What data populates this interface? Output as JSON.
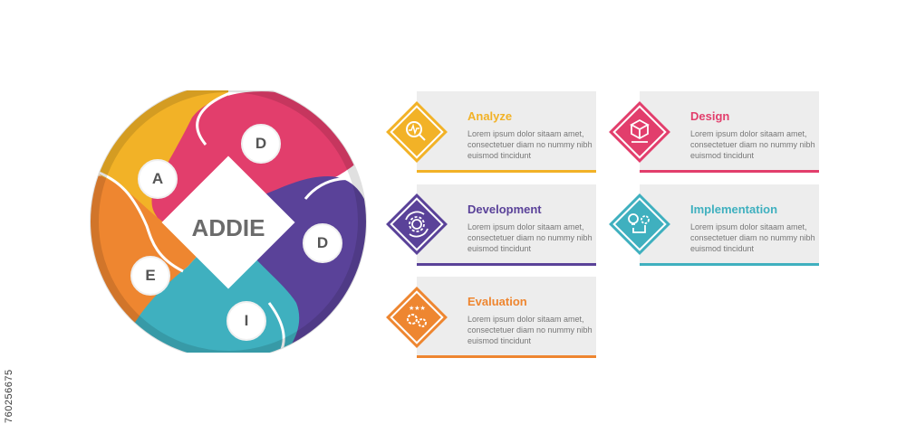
{
  "diagram": {
    "center_label": "ADDIE",
    "segments": [
      {
        "letter": "A",
        "color": "#f2b227"
      },
      {
        "letter": "D",
        "color": "#e23e6c"
      },
      {
        "letter": "D",
        "color": "#5a4299"
      },
      {
        "letter": "I",
        "color": "#3fb0bf"
      },
      {
        "letter": "E",
        "color": "#ee8630"
      }
    ]
  },
  "cards": [
    {
      "title": "Analyze",
      "description": "Lorem ipsum dolor sitaam amet, consectetuer diam no nummy nibh euismod tincidunt",
      "color": "#f2b227",
      "icon": "magnifier-analysis-icon"
    },
    {
      "title": "Design",
      "description": "Lorem ipsum dolor sitaam amet, consectetuer diam no nummy nibh euismod tincidunt",
      "color": "#e23e6c",
      "icon": "box-ruler-icon"
    },
    {
      "title": "Development",
      "description": "Lorem ipsum dolor sitaam amet, consectetuer diam no nummy nibh euismod tincidunt",
      "color": "#5a4299",
      "icon": "gear-cycle-icon"
    },
    {
      "title": "Implementation",
      "description": "Lorem ipsum dolor sitaam amet, consectetuer diam no nummy nibh euismod tincidunt",
      "color": "#3fb0bf",
      "icon": "bulb-gear-icon"
    },
    {
      "title": "Evaluation",
      "description": "Lorem ipsum dolor sitaam amet, consectetuer diam no nummy nibh euismod tincidunt",
      "color": "#ee8630",
      "icon": "gear-stars-icon"
    }
  ],
  "watermark": {
    "id_text": "760256675"
  }
}
